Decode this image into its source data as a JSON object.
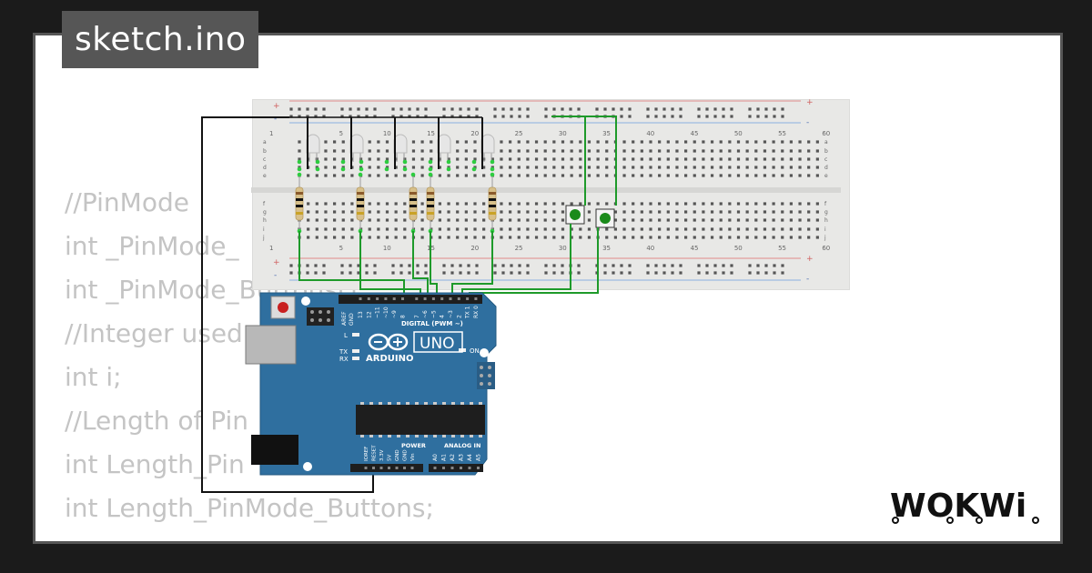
{
  "sketch": {
    "filename": "sketch.ino"
  },
  "code_preview": {
    "lines": [
      "//PinMode",
      "int _PinMode_",
      "int _PinMode_Buttons[]",
      "//Integer used",
      "int i;",
      "//Length of Pin",
      "int Length_Pin",
      "int Length_PinMode_Buttons;",
      "//"
    ]
  },
  "breadboard": {
    "column_labels": [
      "1",
      "5",
      "10",
      "15",
      "20",
      "25",
      "30",
      "35",
      "40",
      "45",
      "50",
      "55",
      "60"
    ],
    "row_labels_top": [
      "a",
      "b",
      "c",
      "d",
      "e"
    ],
    "row_labels_bottom": [
      "f",
      "g",
      "h",
      "i",
      "j"
    ],
    "rail_plus": "+",
    "rail_minus": "-"
  },
  "arduino": {
    "model": "UNO",
    "brand": "ARDUINO",
    "digital_label": "DIGITAL (PWM ~)",
    "power_label": "POWER",
    "analog_label": "ANALOG IN",
    "on_label": "ON",
    "l_label": "L",
    "tx_label": "TX",
    "rx_label": "RX",
    "aref_label": "AREF",
    "gnd_label": "GND",
    "digital_pins": [
      "13",
      "12",
      "~11",
      "~10",
      "~9",
      "8",
      "7",
      "~6",
      "~5",
      "4",
      "~3",
      "2",
      "TX 1",
      "RX 0"
    ],
    "power_pins": [
      "IOREF",
      "RESET",
      "3.3V",
      "5V",
      "GND",
      "GND",
      "Vin"
    ],
    "analog_pins": [
      "A0",
      "A1",
      "A2",
      "A3",
      "A4",
      "A5"
    ],
    "board_color": "#2f6f9f"
  },
  "brand": {
    "logo_text": "WOKWi"
  },
  "colors": {
    "background": "#1b1b1b",
    "card": "#ffffff",
    "tag": "#565656",
    "wire_green": "#1e9a2a",
    "wire_black": "#111111",
    "button_green": "#1a8a1a"
  }
}
